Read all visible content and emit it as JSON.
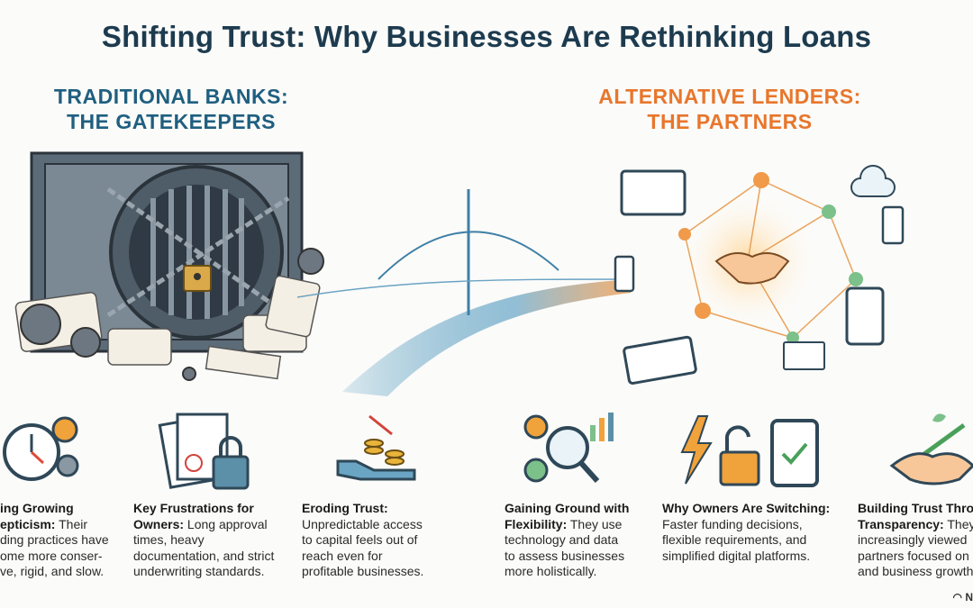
{
  "title": "Shifting Trust: Why Businesses Are Rethinking Loans",
  "left_heading": {
    "line1": "TRADITIONAL BANKS:",
    "line2": "THE GATEKEEPERS"
  },
  "right_heading": {
    "line1": "ALTERNATIVE LENDERS:",
    "line2": "THE PARTNERS"
  },
  "colors": {
    "title": "#1d3b4f",
    "banks": "#1f5f80",
    "lenders": "#e8762c"
  },
  "columns": [
    {
      "icon": "stopwatch-gears-icon",
      "lines": [
        {
          "bold": "ing Growing",
          "text": ""
        },
        {
          "bold": "epticism:",
          "text": " Their"
        },
        {
          "bold": "",
          "text": "ding practices have"
        },
        {
          "bold": "",
          "text": "ome more conser-"
        },
        {
          "bold": "",
          "text": "ve, rigid, and slow."
        }
      ]
    },
    {
      "icon": "documents-lock-icon",
      "lines": [
        {
          "bold": "Key Frustrations for",
          "text": ""
        },
        {
          "bold": "Owners:",
          "text": " Long approval"
        },
        {
          "bold": "",
          "text": "times, heavy"
        },
        {
          "bold": "",
          "text": "documentation, and strict"
        },
        {
          "bold": "",
          "text": "underwriting standards."
        }
      ]
    },
    {
      "icon": "hand-coins-icon",
      "lines": [
        {
          "bold": "Eroding Trust:",
          "text": ""
        },
        {
          "bold": "",
          "text": "Unpredictable access"
        },
        {
          "bold": "",
          "text": "to capital feels out of"
        },
        {
          "bold": "",
          "text": "reach even for"
        },
        {
          "bold": "",
          "text": "profitable businesses."
        }
      ]
    },
    {
      "icon": "magnifier-data-icon",
      "lines": [
        {
          "bold": "Gaining Ground with",
          "text": ""
        },
        {
          "bold": "Flexibility:",
          "text": " They use"
        },
        {
          "bold": "",
          "text": "technology and data"
        },
        {
          "bold": "",
          "text": "to assess businesses"
        },
        {
          "bold": "",
          "text": "more holistically."
        }
      ]
    },
    {
      "icon": "lightning-unlock-tablet-icon",
      "lines": [
        {
          "bold": "Why Owners Are Switching:",
          "text": ""
        },
        {
          "bold": "",
          "text": "Faster funding decisions,"
        },
        {
          "bold": "",
          "text": "flexible requirements, and"
        },
        {
          "bold": "",
          "text": "simplified digital platforms."
        }
      ]
    },
    {
      "icon": "handshake-growth-icon",
      "lines": [
        {
          "bold": "Building Trust Thro",
          "text": ""
        },
        {
          "bold": "Transparency:",
          "text": " They"
        },
        {
          "bold": "",
          "text": "increasingly viewed"
        },
        {
          "bold": "",
          "text": "partners focused on"
        },
        {
          "bold": "",
          "text": "and business growth"
        }
      ]
    }
  ],
  "logo": "N"
}
